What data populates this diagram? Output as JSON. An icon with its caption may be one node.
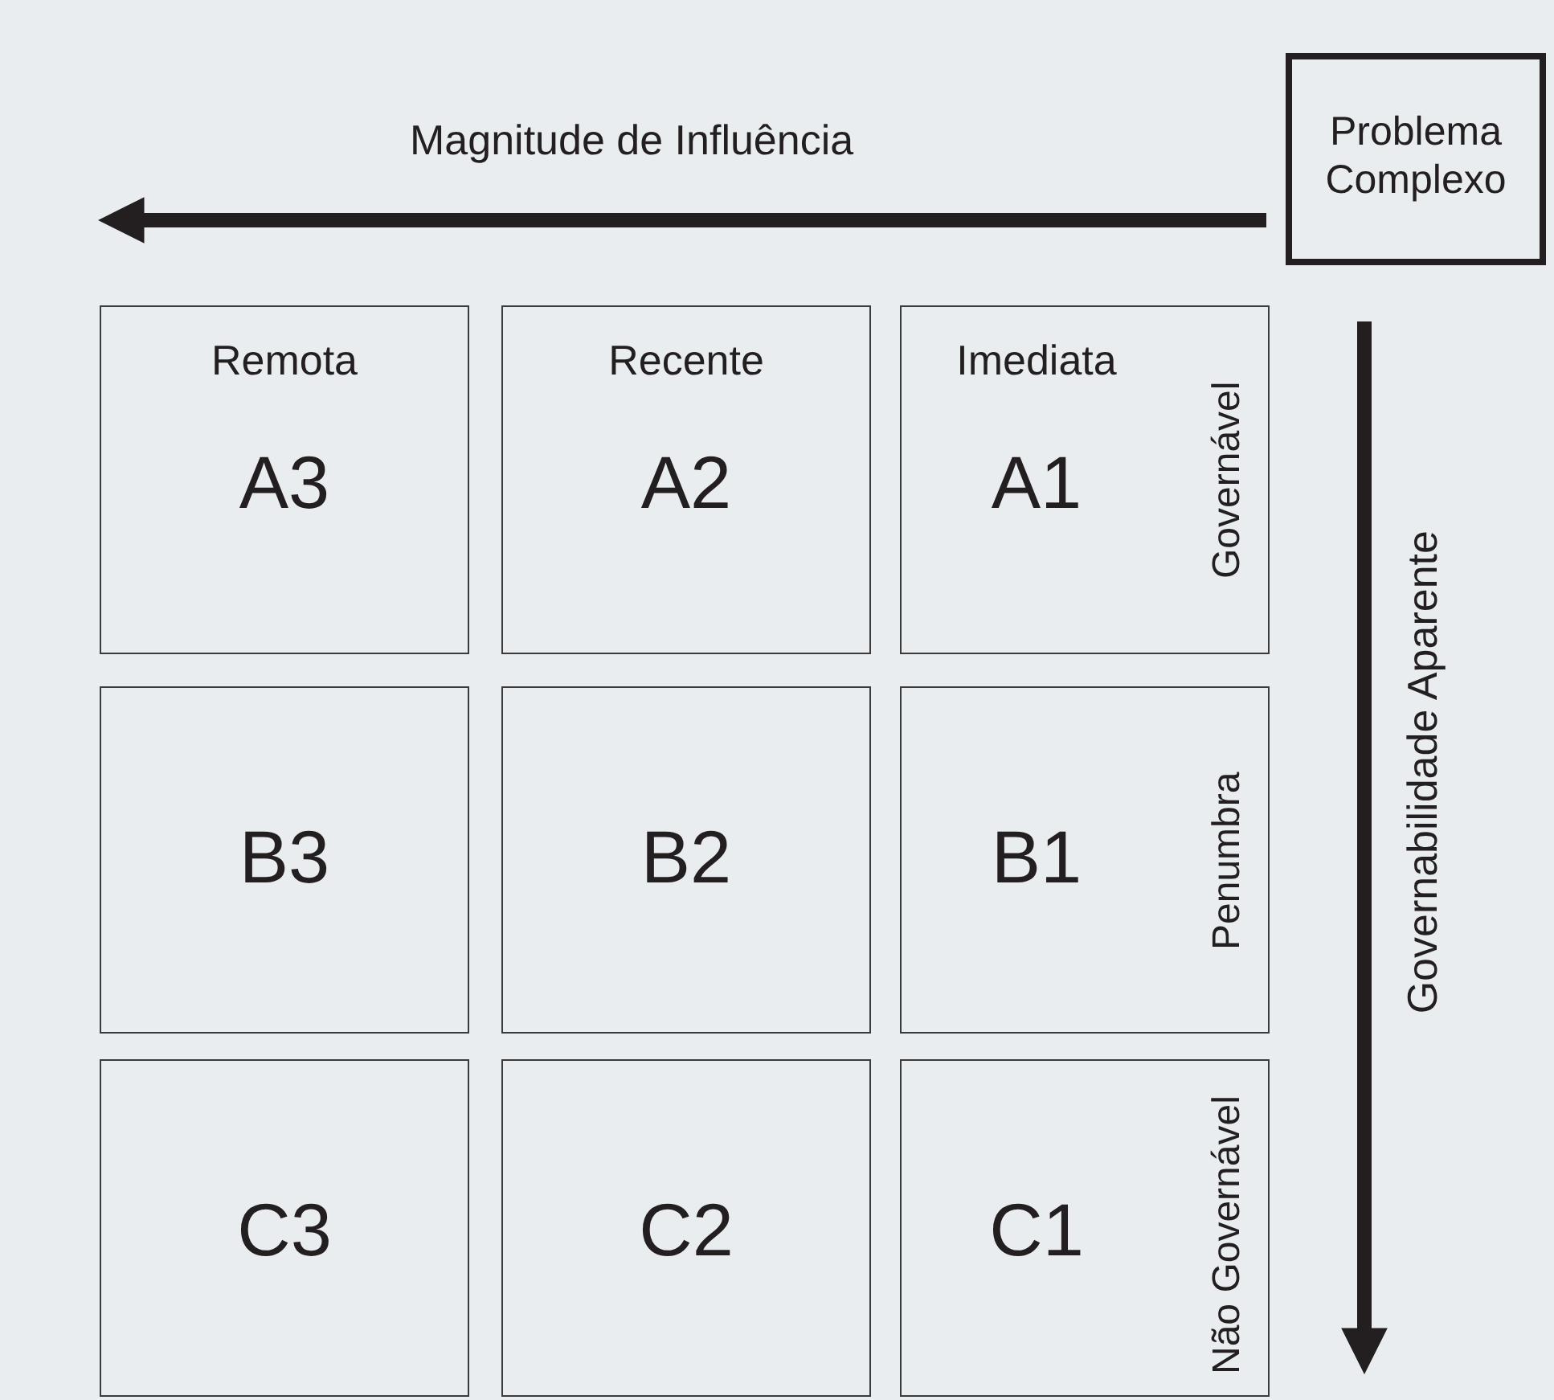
{
  "diagram": {
    "nodes": [
      {
        "text": [
          "Problema Complexo"
        ]
      },
      {
        "text": [
          "Remota",
          "A3"
        ]
      },
      {
        "text": [
          "Recente",
          "A2"
        ]
      },
      {
        "text": [
          "Imediata",
          "A1",
          "Governável"
        ]
      },
      {
        "text": [
          "B3"
        ]
      },
      {
        "text": [
          "B2"
        ]
      },
      {
        "text": [
          "B1",
          "Penumbra"
        ]
      },
      {
        "text": [
          "C3"
        ]
      },
      {
        "text": [
          "C2"
        ]
      },
      {
        "text": [
          "C1",
          "Não Governável"
        ]
      }
    ],
    "labels": [
      "Magnitude de Influência",
      "Governabilidade Aparente"
    ]
  }
}
